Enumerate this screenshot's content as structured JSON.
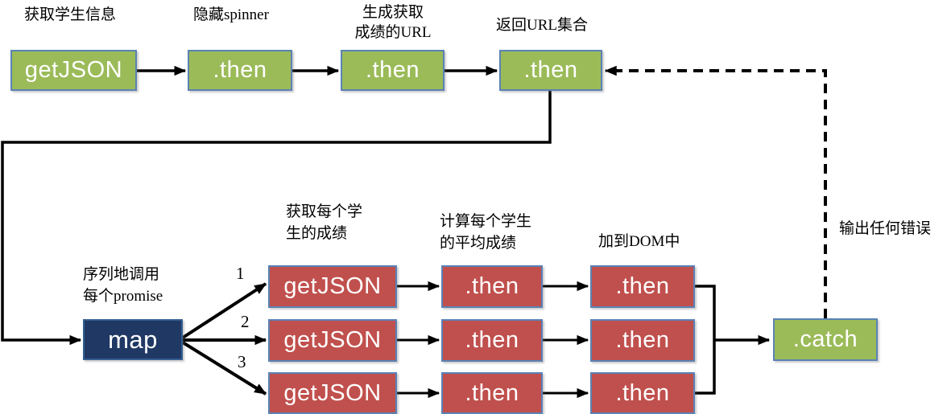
{
  "colors": {
    "box_green": "#9bbb59",
    "box_red": "#c0504d",
    "box_navy": "#1f3864",
    "box_border_blue": "#5b82b5",
    "line_black": "#000000"
  },
  "top_chain": {
    "boxes": [
      {
        "label": "getJSON",
        "annotation": "获取学生信息"
      },
      {
        "label": ".then",
        "annotation": "隐藏spinner"
      },
      {
        "label": ".then",
        "annotation_line1": "生成获取",
        "annotation_line2": "成绩的URL"
      },
      {
        "label": ".then",
        "annotation": "返回URL集合"
      }
    ]
  },
  "map_step": {
    "label": "map",
    "annotation_line1": "序列地调用",
    "annotation_line2": "每个promise"
  },
  "branch_numbers": [
    "1",
    "2",
    "3"
  ],
  "branch_annotations": {
    "get_each_score_line1": "获取每个学",
    "get_each_score_line2": "生的成绩",
    "compute_average_line1": "计算每个学生",
    "compute_average_line2": "的平均成绩",
    "add_to_dom": "加到DOM中"
  },
  "branches": [
    {
      "boxes": [
        {
          "label": "getJSON"
        },
        {
          "label": ".then"
        },
        {
          "label": ".then"
        }
      ]
    },
    {
      "boxes": [
        {
          "label": "getJSON"
        },
        {
          "label": ".then"
        },
        {
          "label": ".then"
        }
      ]
    },
    {
      "boxes": [
        {
          "label": "getJSON"
        },
        {
          "label": ".then"
        },
        {
          "label": ".then"
        }
      ]
    }
  ],
  "catch_step": {
    "label": ".catch",
    "annotation": "输出任何错误"
  }
}
